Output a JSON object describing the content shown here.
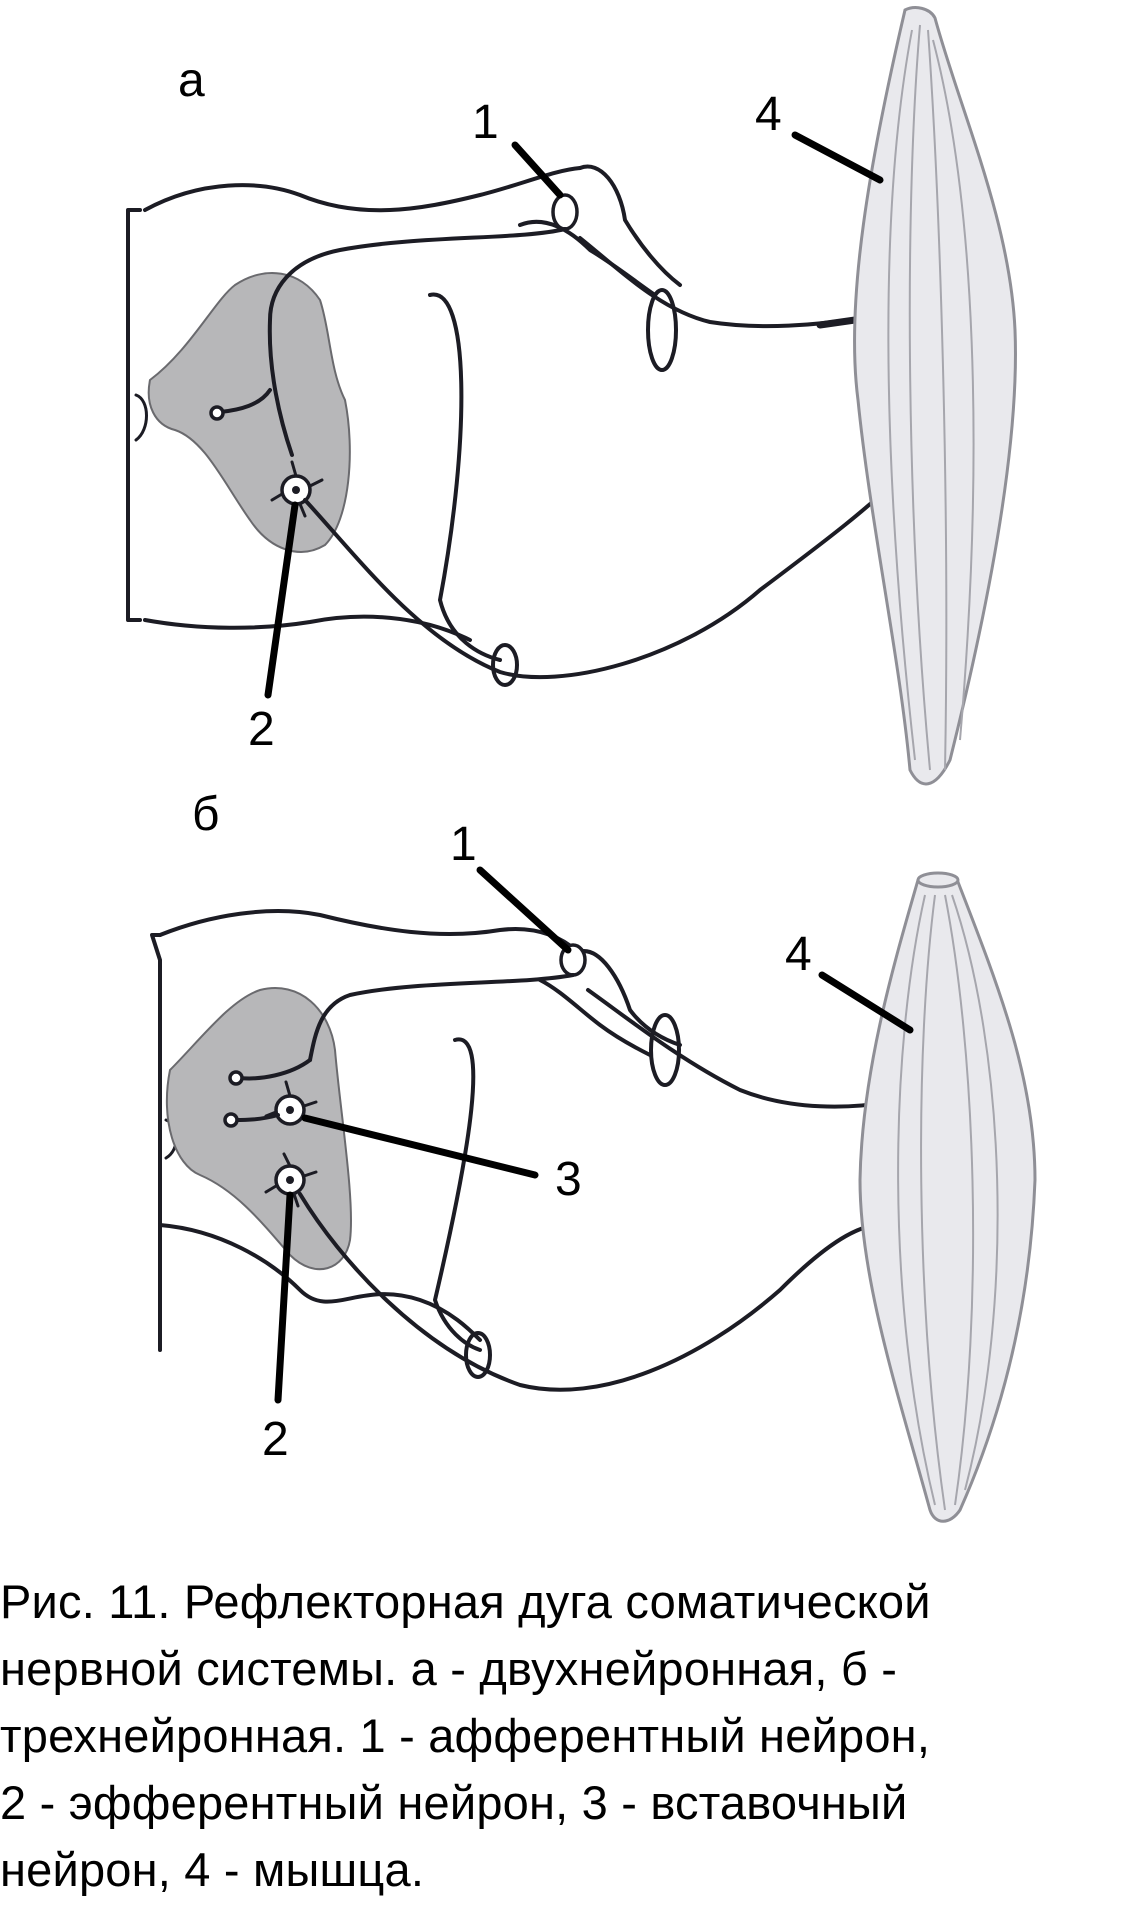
{
  "panels": [
    {
      "id": "a",
      "letter": "а",
      "labels": {
        "afferent": "1",
        "efferent": "2",
        "muscle": "4"
      }
    },
    {
      "id": "b",
      "letter": "б",
      "labels": {
        "afferent": "1",
        "efferent": "2",
        "interneuron": "3",
        "muscle": "4"
      }
    }
  ],
  "caption": {
    "lines": [
      "Рис. 11. Рефлекторная дуга соматической",
      "нервной системы. а - двухнейронная, б -",
      "трехнейронная. 1 - афферентный нейрон,",
      "2 - эфферентный нейрон, 3 - вставочный",
      "нейрон, 4 - мышца."
    ]
  },
  "colors": {
    "ink": "#1c1c24",
    "gray_matter": "#b7b7b9",
    "muscle": "#e9e9ed"
  }
}
